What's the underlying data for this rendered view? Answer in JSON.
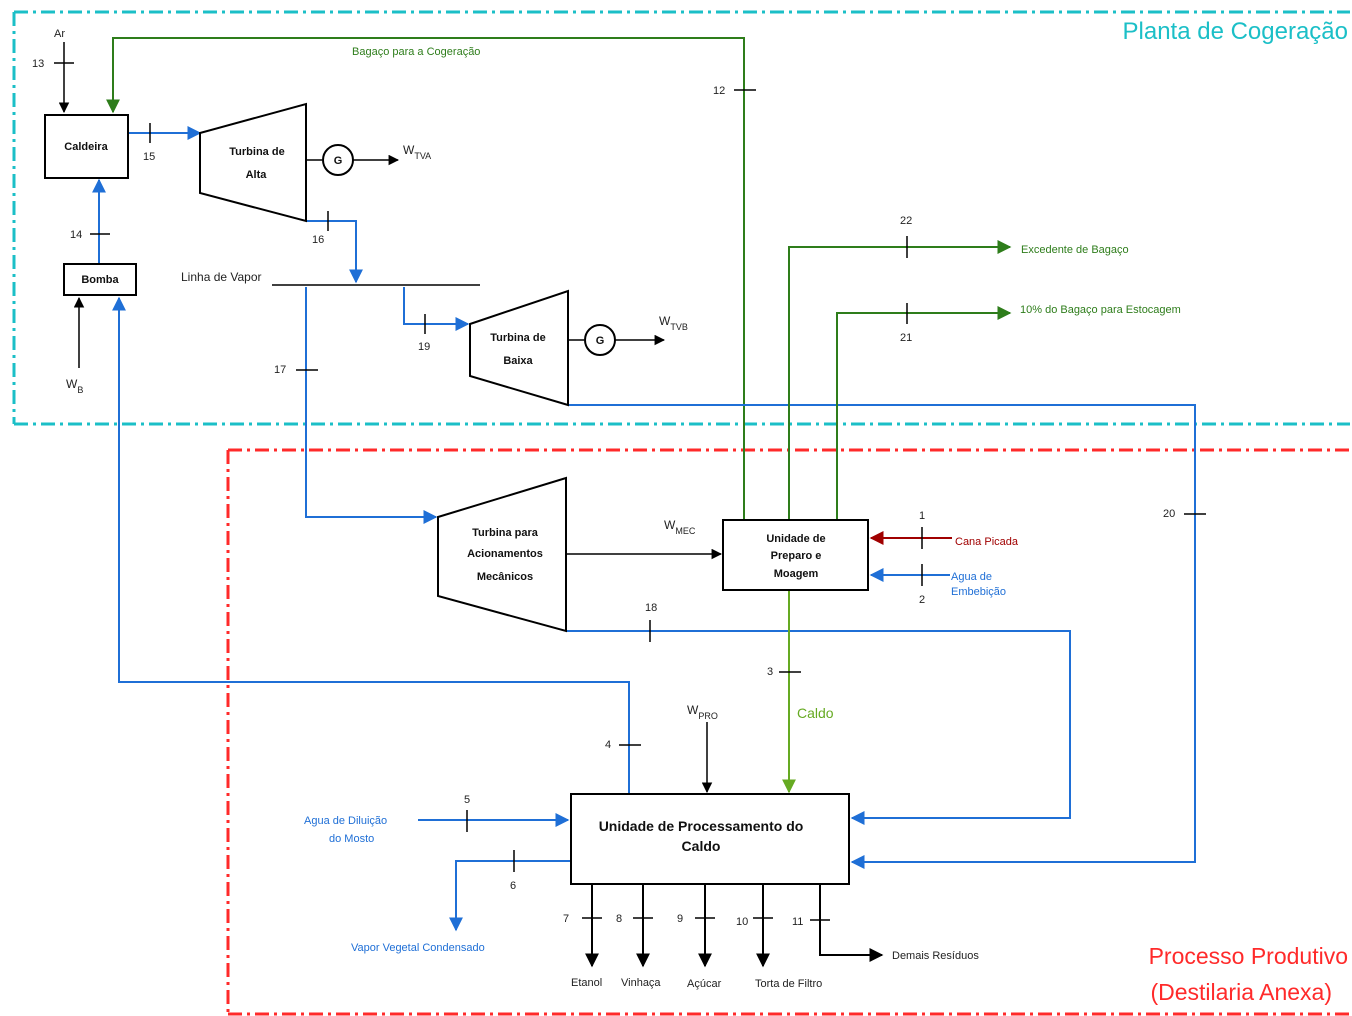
{
  "regions": {
    "cogeneration_title": "Planta de Cogeração",
    "process_title_line1": "Processo Produtivo",
    "process_title_line2": "(Destilaria Anexa)"
  },
  "units": {
    "boiler": "Caldeira",
    "pump": "Bomba",
    "hp_turbine_l1": "Turbina de",
    "hp_turbine_l2": "Alta",
    "lp_turbine_l1": "Turbina de",
    "lp_turbine_l2": "Baixa",
    "mech_turbine_l1": "Turbina para",
    "mech_turbine_l2": "Acionamentos",
    "mech_turbine_l3": "Mecânicos",
    "mill_l1": "Unidade de",
    "mill_l2": "Preparo e",
    "mill_l3": "Moagem",
    "process_l1": "Unidade de Processamento do",
    "process_l2": "Caldo",
    "generator": "G"
  },
  "labels": {
    "air": "Ar",
    "bagasse_cogen": "Bagaço para a Cogeração",
    "steam_line": "Linha de Vapor",
    "surplus_bagasse": "Excedente de Bagaço",
    "stored_bagasse": "10% do Bagaço para Estocagem",
    "cane": "Cana Picada",
    "imbibition_l1": "Agua de",
    "imbibition_l2": "Embebição",
    "juice": "Caldo",
    "dilution_l1": "Agua de Diluição",
    "dilution_l2": "do Mosto",
    "condensate": "Vapor Vegetal Condensado",
    "ethanol": "Etanol",
    "vinasse": "Vinhaça",
    "sugar": "Açúcar",
    "filter_cake": "Torta de Filtro",
    "other_residues": "Demais Resíduos"
  },
  "work": {
    "w": "W",
    "tva": "TVA",
    "tvb": "TVB",
    "b": "B",
    "mec": "MEC",
    "pro": "PRO"
  },
  "streams": [
    "1",
    "2",
    "3",
    "4",
    "5",
    "6",
    "7",
    "8",
    "9",
    "10",
    "11",
    "12",
    "13",
    "14",
    "15",
    "16",
    "17",
    "18",
    "19",
    "20",
    "21",
    "22"
  ],
  "colors": {
    "cyan_border": "#1bbfc7",
    "red_border": "#ff2a2a",
    "blue_stream": "#1f6fd6",
    "green_stream": "#2e7d1b",
    "light_green": "#66aa22",
    "dark_red": "#a00000",
    "black": "#000000"
  }
}
